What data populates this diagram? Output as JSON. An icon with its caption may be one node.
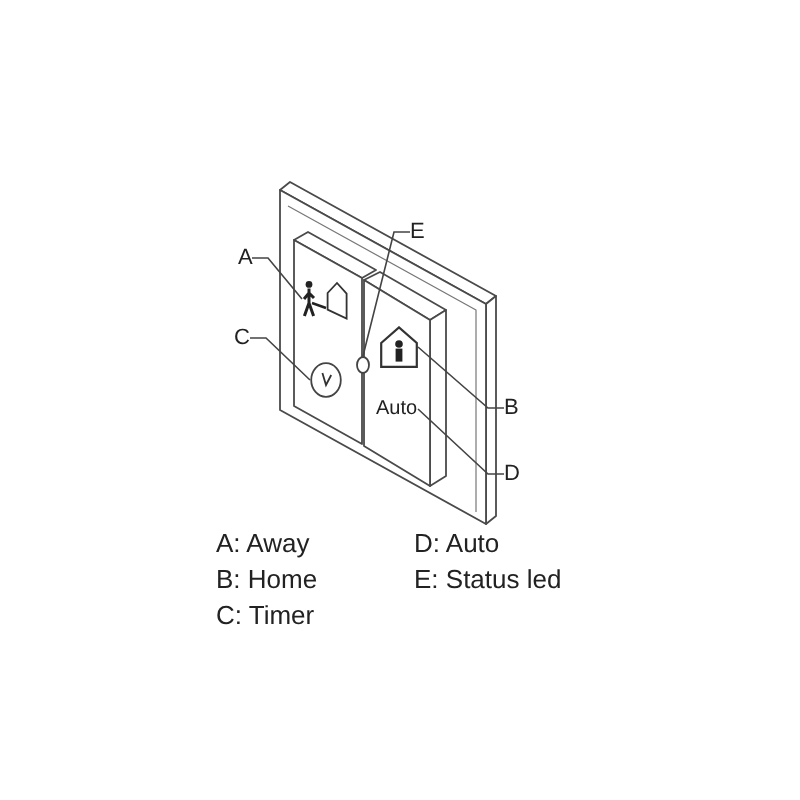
{
  "diagram": {
    "nodes": [
      {
        "text": [
          "E"
        ]
      },
      {
        "text": [],
        "shape": "circle"
      },
      {
        "text": [
          "A"
        ]
      },
      {
        "text": [],
        "shape": "picture"
      },
      {
        "text": [
          "C"
        ]
      },
      {
        "text": [],
        "shape": "picture"
      },
      {
        "text": [
          "B"
        ]
      },
      {
        "text": [],
        "shape": "picture"
      },
      {
        "text": [
          "D"
        ]
      },
      {
        "text": [
          "Auto"
        ]
      }
    ],
    "edges": [
      {
        "from": 0,
        "to": 1,
        "arrow": "none"
      },
      {
        "from": 2,
        "to": 3,
        "arrow": "none"
      },
      {
        "from": 4,
        "to": 5,
        "arrow": "none"
      },
      {
        "from": 6,
        "to": 7,
        "arrow": "none"
      },
      {
        "from": 8,
        "to": 9,
        "arrow": "none"
      }
    ],
    "labels": [
      "A: Away",
      "D: Auto",
      "B: Home",
      "E: Status led",
      "C: Timer"
    ]
  }
}
